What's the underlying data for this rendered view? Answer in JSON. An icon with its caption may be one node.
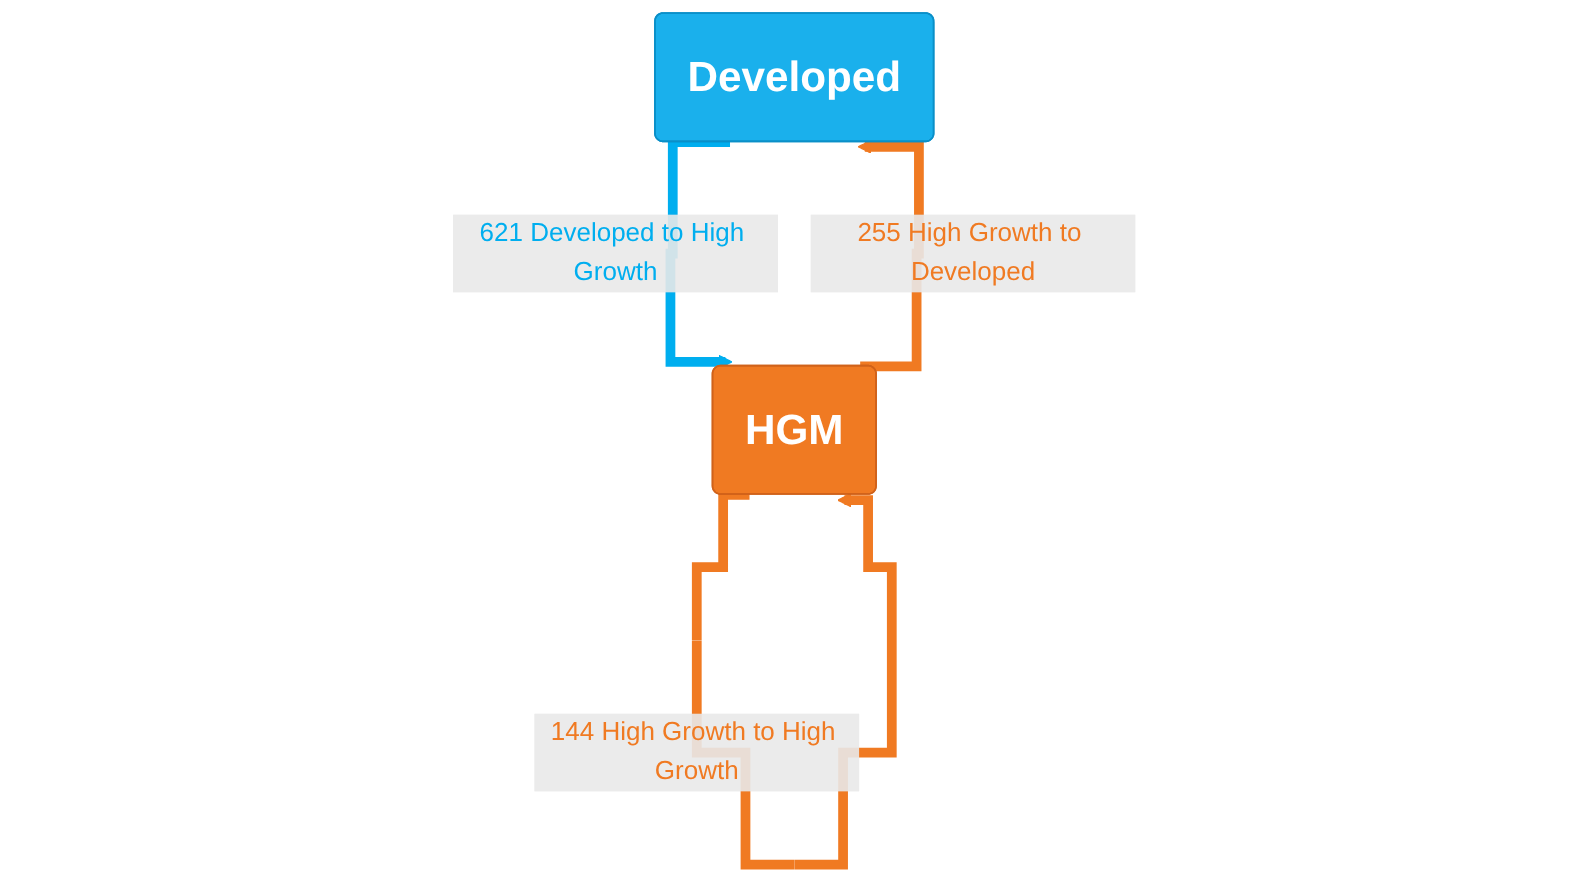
{
  "diagram": {
    "nodes": [
      {
        "text": [
          "Developed"
        ]
      },
      {
        "text": [
          "HGM"
        ]
      }
    ],
    "edges": [
      {
        "from": 0,
        "to": 1,
        "arrow": "to",
        "label": "621 Developed to High Growth",
        "color": "#00aeef"
      },
      {
        "from": 1,
        "to": 0,
        "arrow": "to",
        "label": "255 High Growth to Developed",
        "color": "#f07a22"
      },
      {
        "from": 1,
        "to": 1,
        "arrow": "to",
        "label": "144 High Growth to High Growth",
        "color": "#f07a22"
      }
    ]
  }
}
